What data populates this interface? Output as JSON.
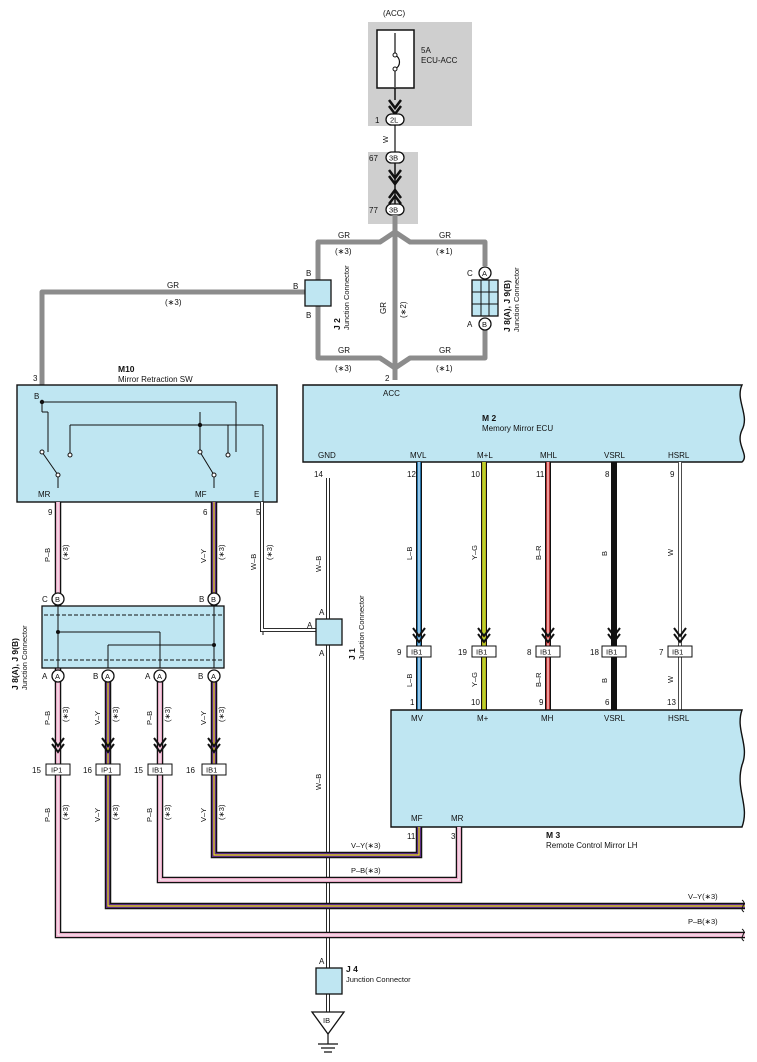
{
  "colors": {
    "component_fill": "#bfe6f2",
    "shade": "#cfcfcf",
    "harness_gray": "#8c8c8c",
    "wire_pink": "#e7a6c4",
    "wire_violet": "#5b2b84",
    "wire_yellow": "#f2e21c",
    "wire_blue": "#2b8fd6",
    "wire_red": "#e03a3a",
    "wire_black": "#111111"
  },
  "fuse": {
    "source": "(ACC)",
    "rating": "5A",
    "name": "ECU-ACC",
    "pin": "1",
    "connector": "2L",
    "wire": "W"
  },
  "joint_3b": {
    "connector": "3B",
    "pin_top": "67",
    "pin_bottom": "77"
  },
  "harness": {
    "gr": "GR",
    "note1": "(∗1)",
    "note2": "(∗2)",
    "note3": "(∗3)"
  },
  "j2": {
    "id": "J 2",
    "name": "Junction Connector",
    "pin_b": "B"
  },
  "j8": {
    "id": "J 8(A), J 9(B)",
    "name": "Junction Connector",
    "pin_a": "A",
    "pin_b": "B",
    "pin_c": "C"
  },
  "m10": {
    "id": "M10",
    "name": "Mirror Retraction SW",
    "pin3": "3",
    "pin_b": "B",
    "mr": "MR",
    "mf": "MF",
    "e": "E",
    "pin9": "9",
    "pin6": "6",
    "pin5": "5"
  },
  "m2": {
    "id": "M 2",
    "name": "Memory Mirror ECU",
    "acc_pin": "2",
    "acc": "ACC",
    "terminals": [
      "GND",
      "MVL",
      "M+L",
      "MHL",
      "VSRL",
      "HSRL"
    ],
    "pins": [
      "14",
      "12",
      "10",
      "11",
      "8",
      "9"
    ]
  },
  "wires": {
    "wb": "W–B",
    "lb": "L–B",
    "yg": "Y–G",
    "br": "B–R",
    "b": "B",
    "w": "W",
    "pb": "P–B",
    "vy": "V–Y",
    "vy3": "V–Y(∗3)",
    "pb3": "P–B(∗3)"
  },
  "ib1": {
    "label": "IB1",
    "pins_in": [
      "9",
      "19",
      "8",
      "18",
      "7"
    ],
    "pins_out": [
      "1",
      "10",
      "9",
      "6",
      "13"
    ]
  },
  "j1": {
    "id": "J 1",
    "name": "Junction Connector",
    "pin": "A"
  },
  "m3": {
    "id": "M 3",
    "name": "Remote Control Mirror LH",
    "terminals": [
      "MV",
      "M+",
      "MH",
      "VSRL",
      "HSRL"
    ],
    "mf": "MF",
    "mr": "MR",
    "pin11": "11",
    "pin3": "3"
  },
  "lower_connectors": [
    {
      "pin": "15",
      "label": "IP1"
    },
    {
      "pin": "16",
      "label": "IP1"
    },
    {
      "pin": "15",
      "label": "IB1"
    },
    {
      "pin": "16",
      "label": "IB1"
    }
  ],
  "j4": {
    "id": "J 4",
    "name": "Junction Connector",
    "pin": "A"
  },
  "ground": {
    "label": "IB"
  }
}
